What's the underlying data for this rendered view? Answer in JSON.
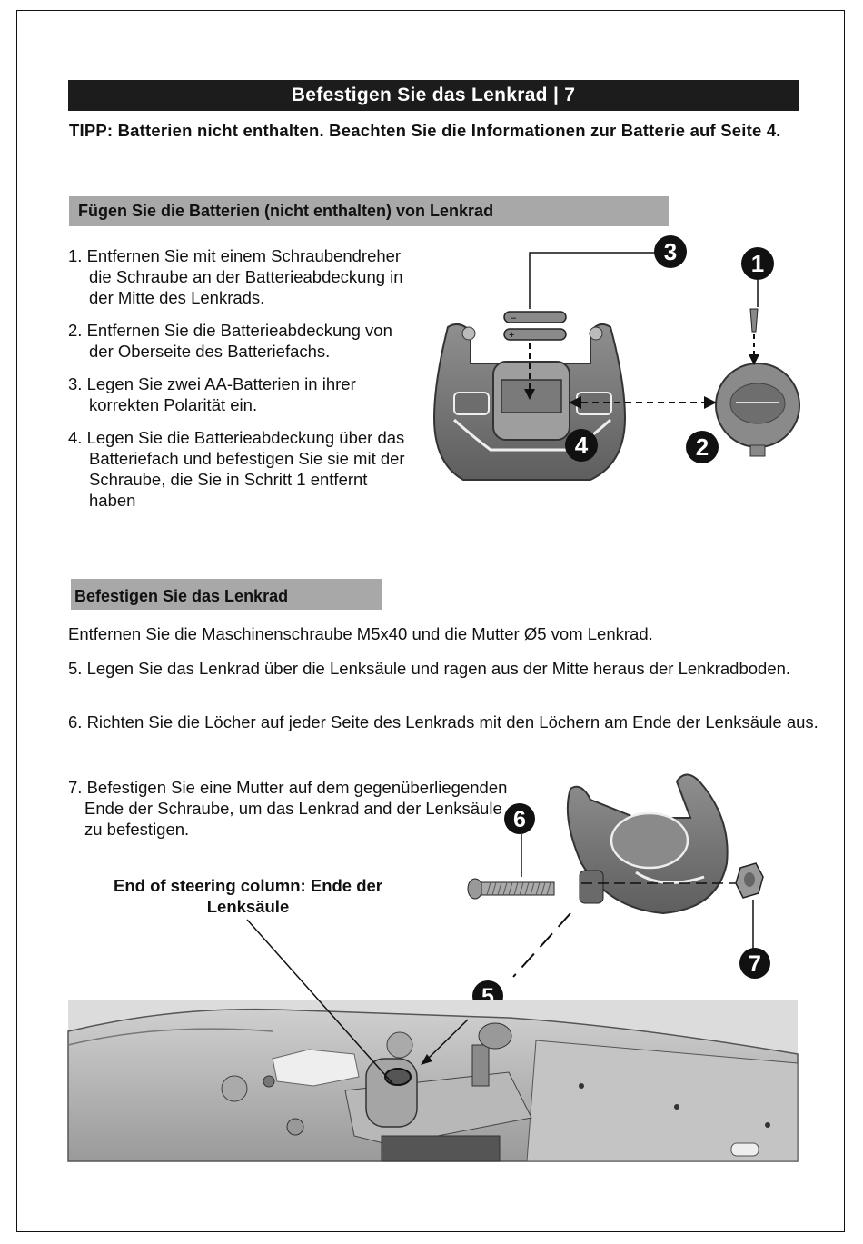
{
  "page": {
    "title": "Befestigen Sie das Lenkrad",
    "page_number": "7",
    "tip": "TIPP: Batterien nicht enthalten. Beachten Sie die Informationen zur Batterie auf Seite 4."
  },
  "section1": {
    "heading": "Fügen Sie die Batterien (nicht enthalten) von Lenkrad",
    "steps": [
      "1. Entfernen Sie mit einem Schraubendreher die Schraube an der Batterieabdeckung in der Mitte des Lenkrads.",
      "2. Entfernen Sie die Batterieabdeckung von der Oberseite des Batteriefachs.",
      "3. Legen Sie zwei AA-Batterien in ihrer korrekten Polarität ein.",
      "4. Legen Sie die Batterieabdeckung über das Batteriefach und befestigen Sie sie mit der Schraube, die Sie in Schritt 1 entfernt haben"
    ],
    "diagram_labels": [
      "1",
      "2",
      "3",
      "4"
    ]
  },
  "section2": {
    "heading": "Befestigen Sie das Lenkrad",
    "intro": "Entfernen Sie die Maschinenschraube M5x40 und die Mutter Ø5 vom Lenkrad.",
    "step5": "5. Legen Sie das Lenkrad über die Lenksäule und ragen aus der Mitte heraus der Lenkradboden.",
    "step6": "6. Richten Sie die Löcher auf jeder Seite des Lenkrads mit den Löchern am Ende der Lenksäule aus.",
    "step7": "7. Befestigen Sie eine Mutter auf dem gegenüberliegenden Ende der Schraube, um das Lenkrad and der Lenksäule zu befestigen.",
    "callout": "End of steering column: Ende der Lenksäule",
    "diagram_labels": [
      "5",
      "6",
      "7"
    ]
  }
}
